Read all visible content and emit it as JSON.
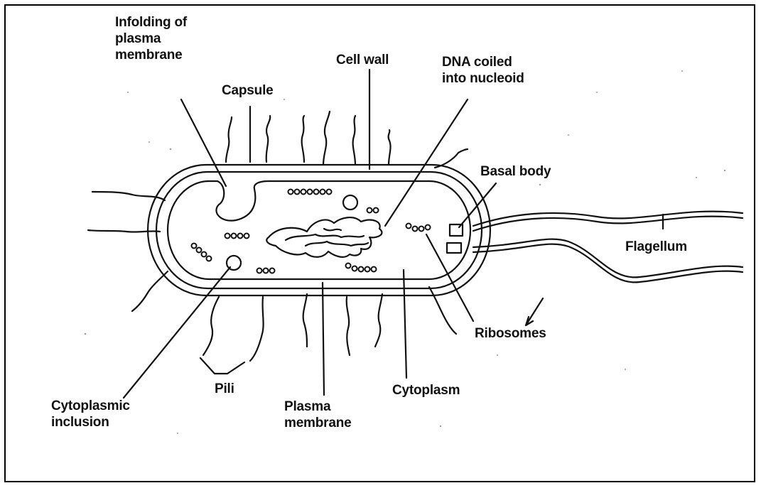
{
  "labels": {
    "infolding": "Infolding of\nplasma\nmembrane",
    "capsule": "Capsule",
    "cell_wall": "Cell wall",
    "dna": "DNA coiled\ninto nucleoid",
    "basal_body": "Basal body",
    "flagellum": "Flagellum",
    "ribosomes": "Ribosomes",
    "cytoplasm": "Cytoplasm",
    "plasma_membrane": "Plasma\nmembrane",
    "pili": "Pili",
    "cytoplasmic_inclusion": "Cytoplasmic\ninclusion"
  },
  "colors": {
    "ink": "#111111",
    "background": "#ffffff"
  }
}
